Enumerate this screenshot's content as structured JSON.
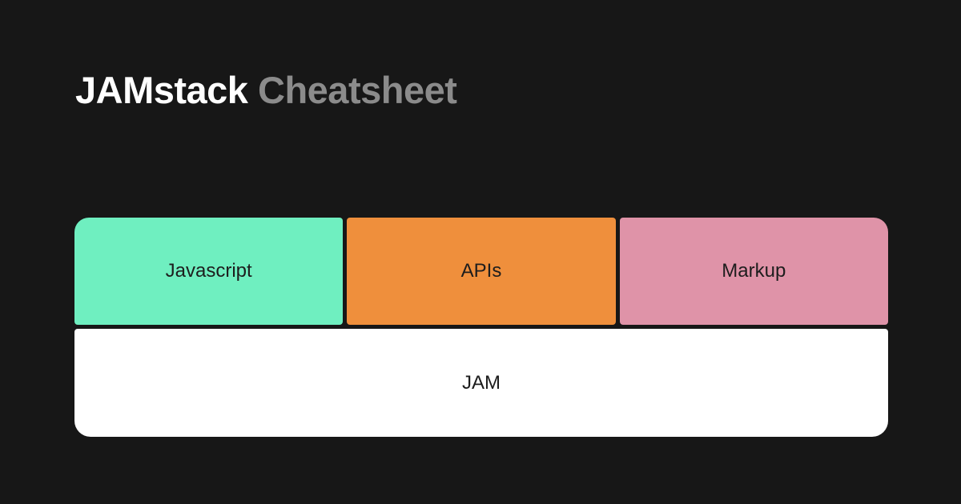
{
  "header": {
    "title_primary": "JAMstack",
    "title_secondary": " Cheatsheet"
  },
  "colors": {
    "background": "#171717",
    "title_primary": "#ffffff",
    "title_secondary": "#8b8b8b",
    "javascript": "#6fefc0",
    "apis": "#ef8f3c",
    "markup": "#df93a8",
    "base": "#ffffff",
    "label_text": "#1d1d1d"
  },
  "diagram": {
    "type": "stack",
    "layers": [
      {
        "label": "Javascript",
        "color": "#6fefc0"
      },
      {
        "label": "APIs",
        "color": "#ef8f3c"
      },
      {
        "label": "Markup",
        "color": "#df93a8"
      }
    ],
    "base": {
      "label": "JAM",
      "color": "#ffffff"
    }
  }
}
